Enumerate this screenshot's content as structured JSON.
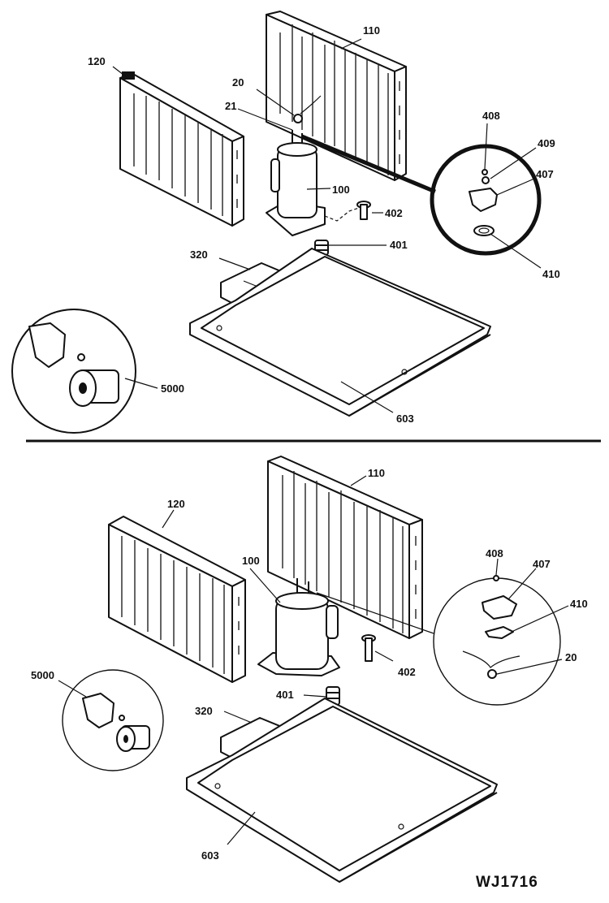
{
  "top_assembly": {
    "labels": {
      "condenser": "110",
      "evaporator": "120",
      "part_20": "20",
      "part_21": "21",
      "compressor": "100",
      "bolt": "402",
      "grommet": "401",
      "base_pan_inner": "320",
      "base_pan": "603",
      "detail_408": "408",
      "detail_409": "409",
      "detail_407": "407",
      "detail_410": "410",
      "capacitor_kit": "5000"
    }
  },
  "bottom_assembly": {
    "labels": {
      "condenser": "110",
      "evaporator": "120",
      "compressor": "100",
      "bolt": "402",
      "grommet": "401",
      "base_pan_inner": "320",
      "base_pan": "603",
      "detail_408": "408",
      "detail_407": "407",
      "detail_410": "410",
      "detail_20": "20",
      "capacitor_kit": "5000"
    }
  },
  "drawing_code": "WJ1716"
}
